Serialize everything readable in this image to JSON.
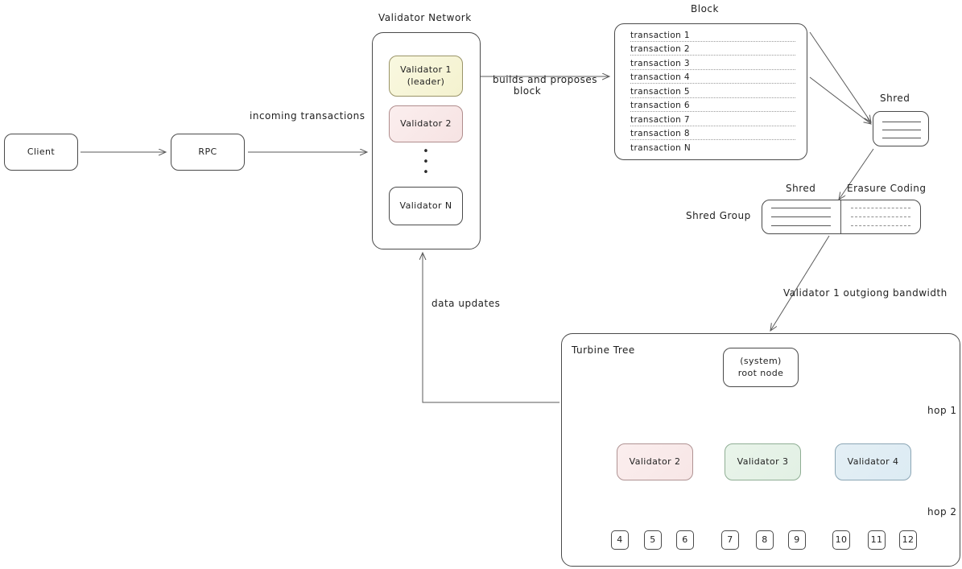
{
  "nodes": {
    "client": "Client",
    "rpc": "RPC",
    "validator_network_title": "Validator Network",
    "validator1": "Validator 1\n(leader)",
    "validator1_line1": "Validator 1",
    "validator1_line2": "(leader)",
    "validator2": "Validator 2",
    "validatorN": "Validator N",
    "block_title": "Block",
    "shred_title": "Shred",
    "shred_group_label": "Shred Group",
    "shred_group_left_title": "Shred",
    "shred_group_right_title": "Erasure Coding",
    "turbine_title": "Turbine Tree",
    "root_node_line1": "(system)",
    "root_node_line2": "root node",
    "t_validator2": "Validator 2",
    "t_validator3": "Validator 3",
    "t_validator4": "Validator 4"
  },
  "edge_labels": {
    "incoming_transactions": "incoming transactions",
    "builds_and_proposes_line1": "builds and proposes",
    "builds_and_proposes_line2": "block",
    "data_updates": "data updates",
    "outgoing_bandwidth": "Validator 1 outgiong bandwidth"
  },
  "hops": {
    "hop1": "hop 1",
    "hop2": "hop 2"
  },
  "block_transactions": [
    "transaction 1",
    "transaction 2",
    "transaction 3",
    "transaction 4",
    "transaction 5",
    "transaction 6",
    "transaction 7",
    "transaction 8",
    "transaction N"
  ],
  "leaf_nodes": [
    "4",
    "5",
    "6",
    "7",
    "8",
    "9",
    "10",
    "11",
    "12"
  ],
  "colors": {
    "stroke": "#4a4a4a",
    "leader_fill": "#f7f6dc",
    "validator2_fill": "#f9eaea",
    "validator3_fill": "#e6f2e8",
    "validator4_fill": "#e1ecf4",
    "arrow_red": "#d98a8a",
    "arrow_green": "#7fae86",
    "arrow_blue": "#7fa3c0",
    "arrow_grey": "#5a5a5a"
  },
  "tree_edges": {
    "hop1": [
      {
        "from": "root",
        "to": "Validator 2",
        "color": "red"
      },
      {
        "from": "root",
        "to": "Validator 3",
        "color": "green"
      },
      {
        "from": "root",
        "to": "Validator 4",
        "color": "blue"
      }
    ],
    "hop2": [
      {
        "from": "Validator 2",
        "to": "4",
        "color": "red"
      },
      {
        "from": "Validator 2",
        "to": "7",
        "color": "red"
      },
      {
        "from": "Validator 2",
        "to": "10",
        "color": "red"
      },
      {
        "from": "Validator 3",
        "to": "5",
        "color": "green"
      },
      {
        "from": "Validator 3",
        "to": "8",
        "color": "green"
      },
      {
        "from": "Validator 3",
        "to": "11",
        "color": "green"
      },
      {
        "from": "Validator 4",
        "to": "6",
        "color": "blue"
      },
      {
        "from": "Validator 4",
        "to": "9",
        "color": "blue"
      },
      {
        "from": "Validator 4",
        "to": "12",
        "color": "blue"
      }
    ]
  }
}
